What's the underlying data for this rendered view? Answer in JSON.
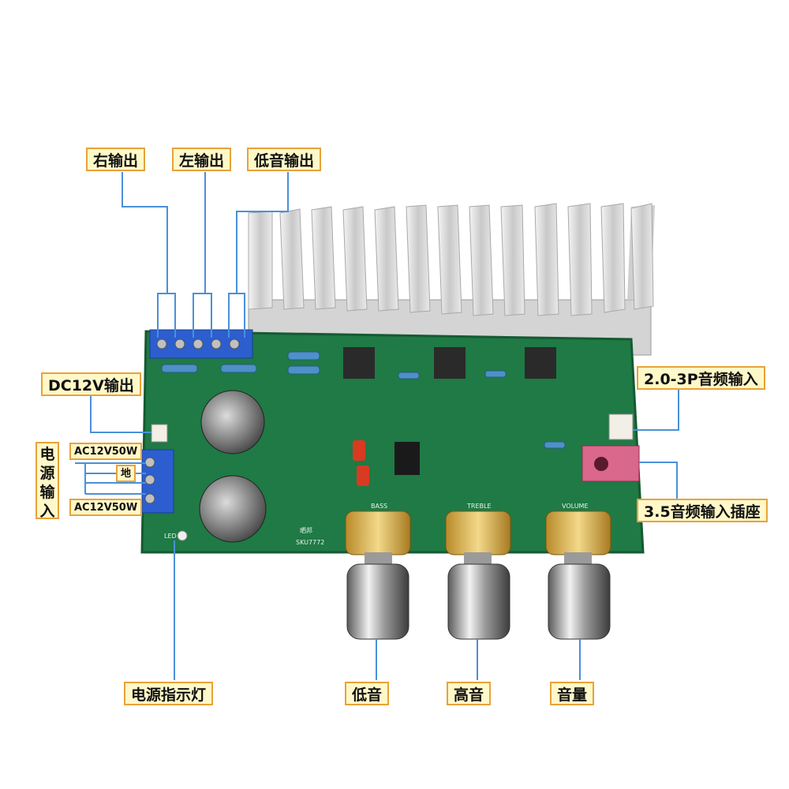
{
  "labels": {
    "right_output": "右输出",
    "left_output": "左输出",
    "bass_output": "低音输出",
    "dc_output": "DC12V输出",
    "power_input": "电源输入",
    "ac_top": "AC12V50W",
    "ground": "地",
    "ac_bottom": "AC12V50W",
    "power_led": "电源指示灯",
    "bass": "低音",
    "treble": "高音",
    "volume": "音量",
    "audio_in_3p": "2.0-3P音频输入",
    "jack_35": "3.5音频输入插座"
  },
  "board": {
    "silk_bass": "BASS",
    "silk_treble": "TREBLE",
    "silk_volume": "VOLUME",
    "silk_brand": "晒邦",
    "silk_sku": "SKU7772",
    "silk_led": "LED"
  },
  "colors": {
    "pcb": "#1f7a45",
    "heatsink": "#d9d9d9",
    "terminal": "#2c5ecf",
    "callout_bg": "#fff8c8",
    "callout_border": "#e8a23a",
    "line": "#4a90d9"
  }
}
